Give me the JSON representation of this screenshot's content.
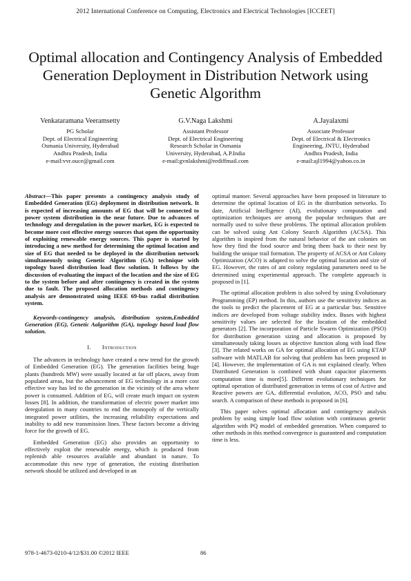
{
  "header": {
    "conference": "2012 International Conference on Computing, Electronics and Electrical Technologies [ICCEET]"
  },
  "paper": {
    "title": "Optimal allocation and Contingency Analysis of Embedded Generation Deployment in Distribution Network using Genetic Algorithm"
  },
  "authors": [
    {
      "name": "Venkataramana Veeramsetty",
      "lines": [
        "PG Scholar",
        "Dept. of Electrical Engineering",
        "Osmania University, Hyderabad",
        "Andhra Pradesh, India",
        "e-mail:vvr.ouce@gmail.com"
      ]
    },
    {
      "name": "G.V.Naga Lakshmi",
      "lines": [
        "Assistant Professor",
        "Dept. of Electrical Engineering",
        "Research Scholar in Osmania",
        "University, Hyderabad, A.P.India",
        "e-mail:gvnlakshmi@rediffmail.com"
      ]
    },
    {
      "name": "A.Jayalaxmi",
      "lines": [
        "Associate Professor",
        "Dept. of Electrical & Electronics",
        "Engineering, JNTU, Hyderabad",
        "Andhra Pradesh, India",
        "e-mail:ajl1994@yahoo.co.in"
      ]
    }
  ],
  "abstract": {
    "label": "Abstract",
    "text": "This paper presents a contingency analysis study of Embedded Generation (EG) deployment in distribution network. It is expected of increasing amounts of EG that will be connected to power system distribution in the near future. Due to advances of technology and deregulation in the power market, EG is expected to become more cost effective energy sources that open the opportunity of exploiting renewable energy sources. This paper is started by introducing a new method for determining the optimal location and size of EG that needed to be deployed in the distribution network simultaneously using Genetic Algorithm (GA) technique with topology based distribution load flow solution. It follows by the discussion of evaluating the impact of the location and the size of EG to the system before and after contingency is created in the system due to fault. The proposed allocation methods and contingency analysis are demonstrated using IEEE 69-bus radial distribution system."
  },
  "keywords": "Keywords-contingency analysis, distribution system,Embedded Generation (EG), Genetic Aalgorithm (GA), topology based load flow solution.",
  "section1": {
    "number": "I.",
    "title": "Introduction"
  },
  "left_paragraphs": [
    "The advances in technology have created a new trend for the growth of Embedded Generation (EG). The generation facilities being huge plants (hundreds MW) were usually located at far off places, away from populated areas, but the advancement of EG technology in a more cost effective way has led to the generation in the vicinity of the area where power is consumed. Addition of EG, will create much impact on system losses [8]. In addition, the transformation of electric power market into deregulation in many countries to end the monopoly of the vertically integrated power utilities, the increasing reliability expectations and inability to add new transmission lines. These factors become a driving force for the growth of EG.",
    "Embedded Generation (EG) also provides an opportunity to effectively exploit the renewable energy, which is produced from replenish able resources available and abundant in nature. To accommodate this new type of generation, the existing distribution network should be utilized and developed in an"
  ],
  "right_paragraphs": [
    "optimal manner. Several approaches have been proposed in literature to determine the optimal location of EG in the distribution networks. To date, Artificial Intelligence (AI), evolutionary computation and optimization techniques are among the popular techniques that are normally used to solve these problems. The optimal allocation problem can be solved using Ant Colony Search Algorithm (ACSA). This algorithm is inspired from the natural behavior of the ant colonies on how they find the food source and bring them back to their nest by building the unique trail formation. The property of ACSA or Ant Colony Optimization (ACO) is adapted to solve the optimal location and size of EG. However, the rates of ant colony regulating parameters need to be determined using experimental approach. The complete approach is proposed in [1].",
    "The optimal allocation problem is also solved by using Evolutionary Programming (EP) method. In this, authors use the sensitivity indices as the tools to predict the placement of EG at a particular bus. Sensitive indices are developed from voltage stability index. Buses with highest sensitivity values are selected for the location of the embedded generators [2]. The incorporation of Particle Swarm Optimization (PSO) for distribution generation sizing and allocation is proposed by simultaneously taking losses as objective function along with load flow [3]. The related works on GA for optimal allocation of EG using ETAP software with MATLAB for solving that problem has been proposed in [4]. However, the implementation of GA is not explained clearly. When Distributed Generation is combined with shunt capacitor placements computation time is more[5]. Different evolutionary techniques for optimal operation of distributed generation in terms of cost of Active and Reactive powers are GA, differential evolution, ACO, PSO and tabu search. A comparison of these methods is proposed in [6].",
    "This paper solves optimal allocation and contingency analysis problem by using simple load flow solution with continuous genetic algorithm with PQ model of embedded generation. When compared to other methods in this method convergence is guaranteed and computation time is less."
  ],
  "footer": {
    "isbn": "978-1-4673-0210-4/12/$31.00 ©2012 IEEE",
    "page_number": "86"
  }
}
